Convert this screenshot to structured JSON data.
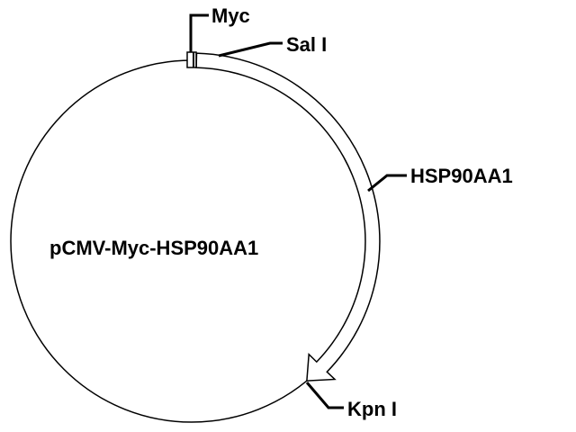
{
  "plasmid": {
    "name": "pCMV-Myc-HSP90AA1"
  },
  "features": {
    "myc": "Myc",
    "sal": "Sal I",
    "insert": "HSP90AA1",
    "kpn": "Kpn I"
  },
  "colors": {
    "stroke": "#000000",
    "background": "#ffffff"
  }
}
